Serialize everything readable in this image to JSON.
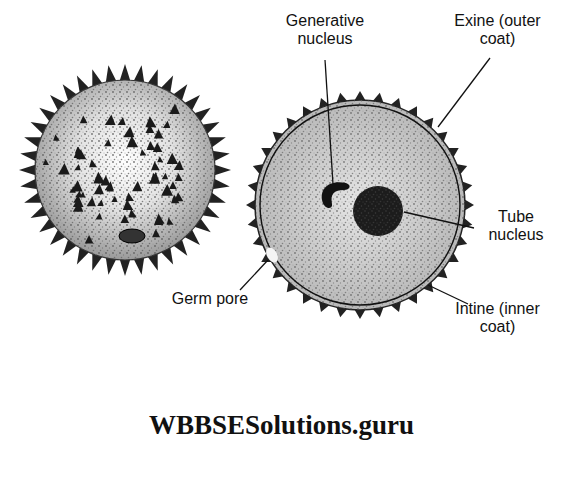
{
  "diagram": {
    "labels": [
      "Generative nucleus",
      "Exine (outer coat)",
      "Tube nucleus",
      "Germ pore",
      "Intine (inner coat)",
      "WBBSESolutions.guru"
    ]
  }
}
